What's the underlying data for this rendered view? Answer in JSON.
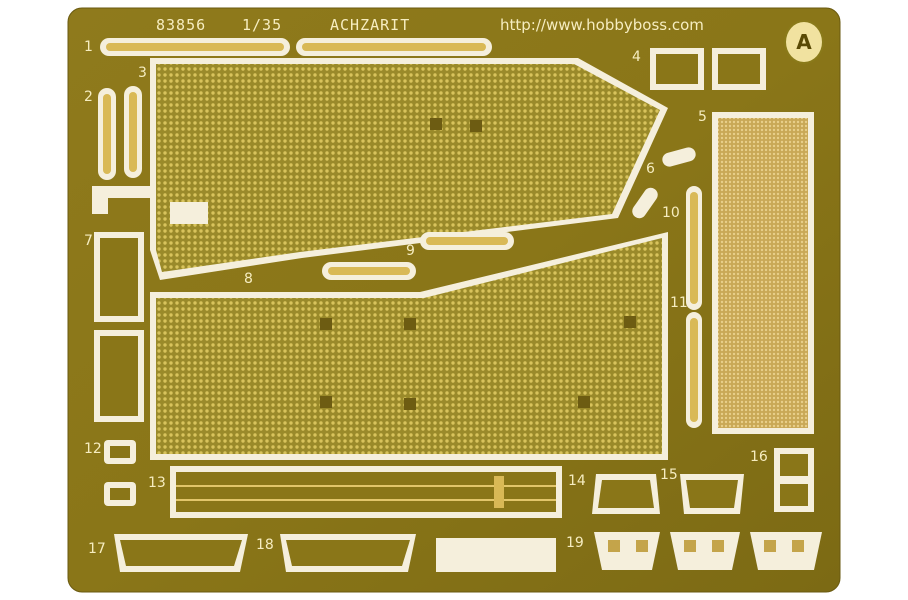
{
  "fret": {
    "header": {
      "part_number": "83856",
      "scale": "1/35",
      "name": "ACHZARIT",
      "url": "http://www.hobbyboss.com"
    },
    "sheet_letter": "A",
    "part_numbers": [
      "1",
      "2",
      "3",
      "4",
      "5",
      "6",
      "7",
      "8",
      "9",
      "10",
      "11",
      "12",
      "13",
      "14",
      "15",
      "16",
      "17",
      "18",
      "19"
    ]
  }
}
